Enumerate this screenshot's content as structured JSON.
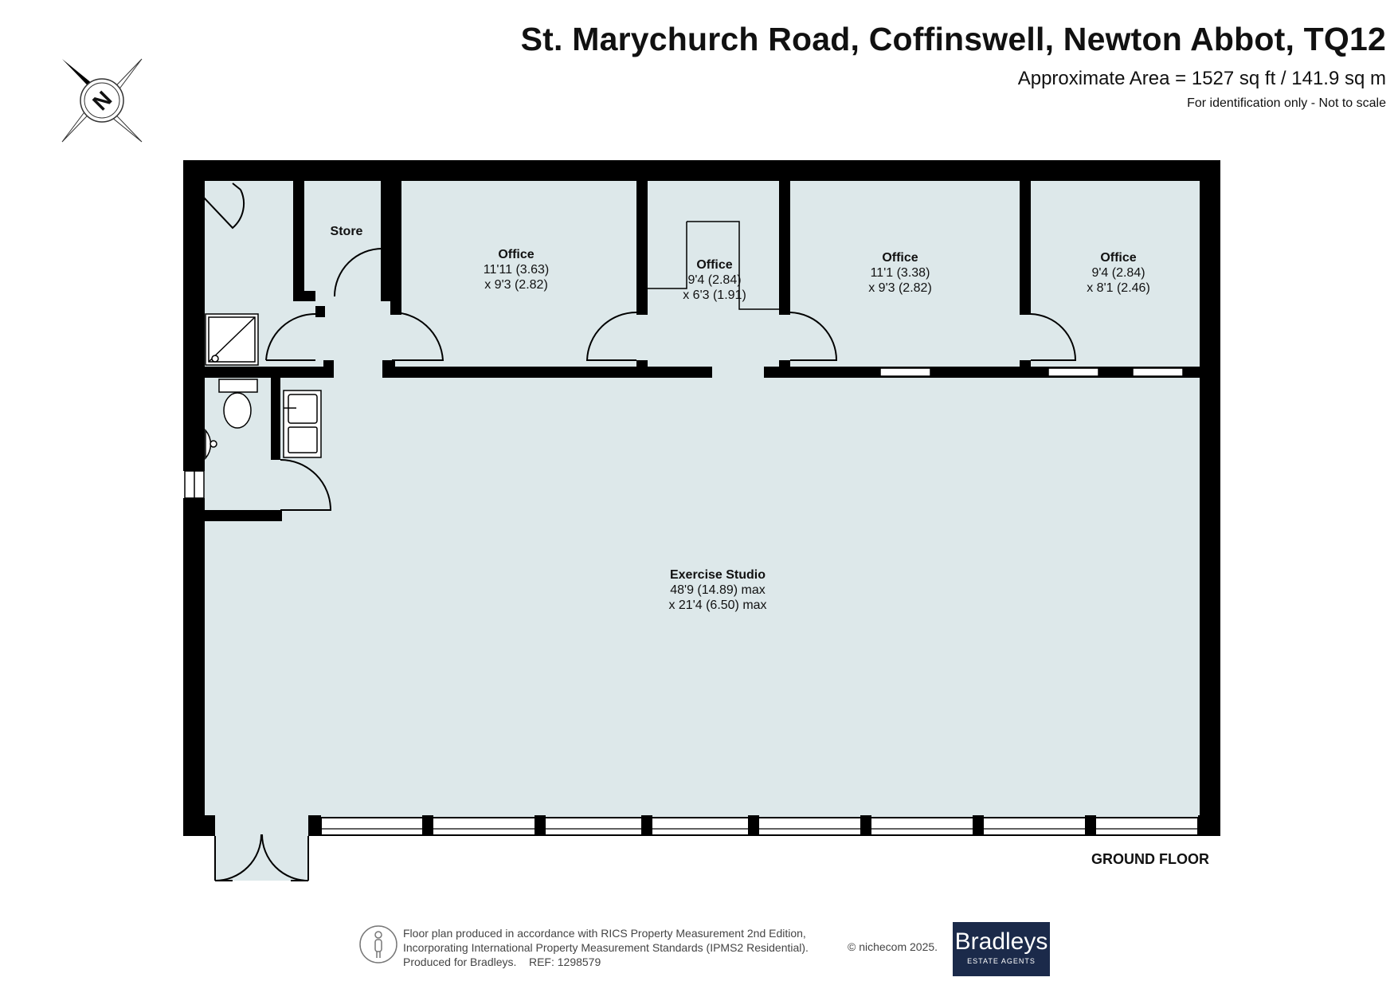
{
  "header": {
    "title": "St. Marychurch Road, Coffinswell, Newton Abbot, TQ12",
    "area": "Approximate Area = 1527 sq ft / 141.9 sq m",
    "identification": "For identification only - Not to scale"
  },
  "compass": {
    "letter": "N"
  },
  "rooms": [
    {
      "name": "Store",
      "dims": []
    },
    {
      "name": "Office",
      "dims": [
        "11'11 (3.63)",
        "x 9'3 (2.82)"
      ]
    },
    {
      "name": "Office",
      "dims": [
        "9'4 (2.84)",
        "x 6'3 (1.91)"
      ]
    },
    {
      "name": "Office",
      "dims": [
        "11'1 (3.38)",
        "x 9'3 (2.82)"
      ]
    },
    {
      "name": "Office",
      "dims": [
        "9'4 (2.84)",
        "x 8'1 (2.46)"
      ]
    },
    {
      "name": "Exercise Studio",
      "dims": [
        "48'9 (14.89) max",
        "x 21'4 (6.50) max"
      ]
    }
  ],
  "floor_label": "GROUND FLOOR",
  "footer": {
    "lines": [
      "Floor plan produced in accordance with RICS Property Measurement 2nd Edition,",
      "Incorporating International Property Measurement Standards (IPMS2 Residential).",
      "Produced for Bradleys.    REF: 1298579"
    ],
    "copyright": "© nichecom 2025."
  },
  "logo": {
    "name": "Bradleys",
    "subtitle": "ESTATE AGENTS"
  },
  "colors": {
    "wall": "#000000",
    "floor": "#dde8ea",
    "logo_bg": "#1b2a4a"
  }
}
